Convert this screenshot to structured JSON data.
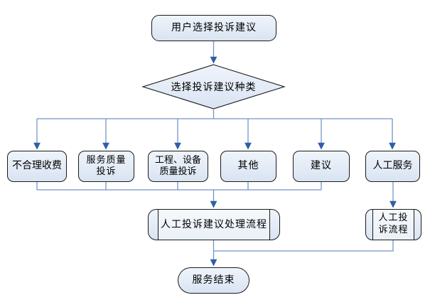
{
  "diagram": {
    "type": "flowchart",
    "language": "zh-CN",
    "nodes": {
      "start": {
        "label": "用户选择投诉建议",
        "shape": "rounded-rect"
      },
      "decision": {
        "label": "选择投诉建议种类",
        "shape": "diamond"
      },
      "unreasonable_fee": {
        "label": "不合理收费",
        "shape": "rounded-rect"
      },
      "service_quality_complaint": {
        "label": "服务质量\n投诉",
        "shape": "rounded-rect"
      },
      "engineering_equipment_quality_complaint": {
        "label": "工程、设备\n质量投诉",
        "shape": "rounded-rect"
      },
      "other": {
        "label": "其他",
        "shape": "rounded-rect"
      },
      "suggestion": {
        "label": "建议",
        "shape": "rounded-rect"
      },
      "manual_service": {
        "label": "人工服务",
        "shape": "rounded-rect"
      },
      "manual_complaint_suggestion_flow": {
        "label": "人工投诉建议处理流程",
        "shape": "predefined-process"
      },
      "manual_complaint_flow": {
        "label": "人工投\n诉流程",
        "shape": "predefined-process"
      },
      "end": {
        "label": "服务结束",
        "shape": "terminator"
      }
    },
    "edges": [
      {
        "from": "start",
        "to": "decision",
        "arrow": true
      },
      {
        "from": "decision",
        "to": "unreasonable_fee",
        "arrow": true
      },
      {
        "from": "decision",
        "to": "service_quality_complaint",
        "arrow": true
      },
      {
        "from": "decision",
        "to": "engineering_equipment_quality_complaint",
        "arrow": true
      },
      {
        "from": "decision",
        "to": "other",
        "arrow": true
      },
      {
        "from": "decision",
        "to": "suggestion",
        "arrow": true
      },
      {
        "from": "decision",
        "to": "manual_service",
        "arrow": true
      },
      {
        "from": "unreasonable_fee",
        "to": "manual_complaint_suggestion_flow",
        "arrow": true
      },
      {
        "from": "service_quality_complaint",
        "to": "manual_complaint_suggestion_flow",
        "arrow": true
      },
      {
        "from": "engineering_equipment_quality_complaint",
        "to": "manual_complaint_suggestion_flow",
        "arrow": true
      },
      {
        "from": "other",
        "to": "manual_complaint_suggestion_flow",
        "arrow": true
      },
      {
        "from": "suggestion",
        "to": "manual_complaint_suggestion_flow",
        "arrow": true
      },
      {
        "from": "manual_service",
        "to": "manual_complaint_flow",
        "arrow": true
      },
      {
        "from": "manual_complaint_suggestion_flow",
        "to": "end",
        "arrow": true
      },
      {
        "from": "manual_complaint_flow",
        "to": "end",
        "arrow": true
      }
    ],
    "colors": {
      "line": "#7295c8",
      "arrow": "#2f5da8",
      "shape_border": "#1a1a1a",
      "fill_top": "#eff4fb",
      "fill_bottom": "#d9e4f2",
      "bg": "#ffffff",
      "text": "#000000"
    }
  }
}
